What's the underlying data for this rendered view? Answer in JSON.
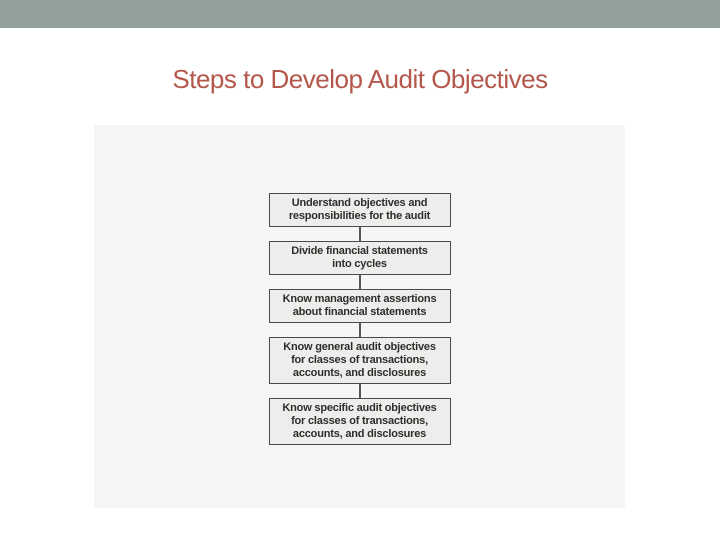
{
  "slide": {
    "title": "Steps to Develop Audit Objectives"
  },
  "flowchart": {
    "steps": [
      {
        "label": "Understand objectives and\nresponsibilities for the audit"
      },
      {
        "label": "Divide financial statements\ninto cycles"
      },
      {
        "label": "Know management assertions\nabout financial statements"
      },
      {
        "label": "Know general audit objectives\nfor classes of transactions,\naccounts, and disclosures"
      },
      {
        "label": "Know specific audit objectives\nfor classes of transactions,\naccounts, and disclosures"
      }
    ]
  },
  "colors": {
    "top_band": "#92a19a",
    "title_text": "#b5584c",
    "panel_background": "#f6f5f4",
    "box_fill": "#efedeb",
    "box_border": "#4a4a4a",
    "box_text": "#2e2d2b",
    "connector": "#555555"
  }
}
